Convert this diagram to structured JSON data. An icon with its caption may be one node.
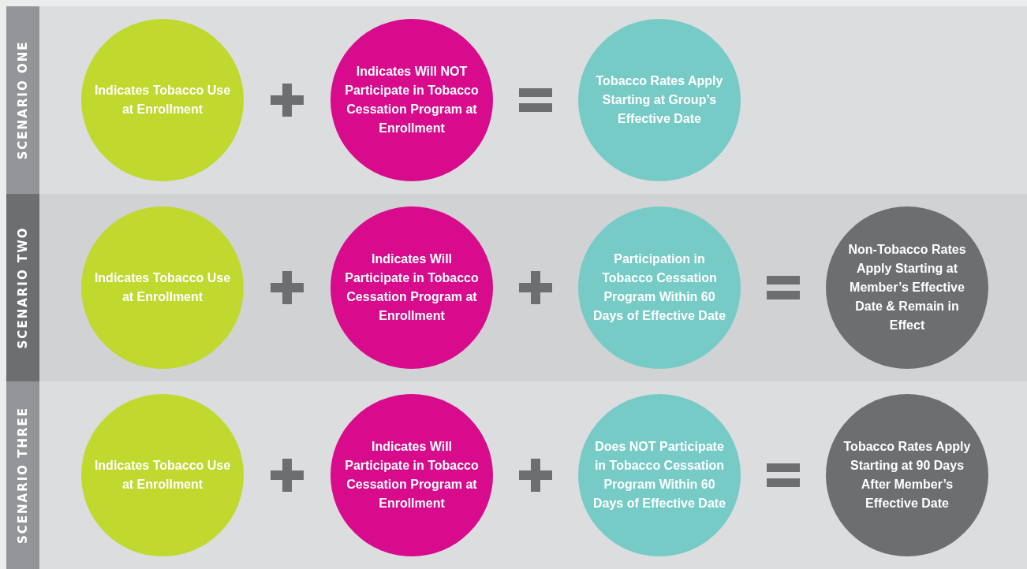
{
  "diagram": {
    "nodes": [
      {
        "text": [
          "SCENARIO ONE"
        ]
      },
      {
        "text": [
          "Indicates Tobacco Use at Enrollment"
        ],
        "in": 0
      },
      {
        "text": [
          "Indicates Will NOT Participate in Tobacco Cessation Program at Enrollment"
        ],
        "in": 0
      },
      {
        "text": [
          "Tobacco Rates Apply Starting at Group’s Effective Date"
        ],
        "in": 0
      },
      {
        "text": [
          "SCENARIO TWO"
        ]
      },
      {
        "text": [
          "Indicates Tobacco Use at Enrollment"
        ],
        "in": 4
      },
      {
        "text": [
          "Indicates Will Participate in Tobacco Cessation Program at Enrollment"
        ],
        "in": 4
      },
      {
        "text": [
          "Participation in Tobacco Cessation Program Within 60 Days of Effective Date"
        ],
        "in": 4
      },
      {
        "text": [
          "Non-Tobacco Rates Apply Starting at Member’s Effective Date & Remain in Effect"
        ],
        "in": 4
      },
      {
        "text": [
          "SCENARIO THREE"
        ]
      },
      {
        "text": [
          "Indicates Tobacco Use at Enrollment"
        ],
        "in": 9
      },
      {
        "text": [
          "Indicates Will Participate in Tobacco Cessation Program at Enrollment"
        ],
        "in": 9
      },
      {
        "text": [
          "Does NOT Participate in Tobacco Cessation Program Within 60 Days of Effective Date"
        ],
        "in": 9
      },
      {
        "text": [
          "Tobacco Rates Apply Starting at 90 Days After Member’s Effective Date"
        ],
        "in": 9
      }
    ]
  }
}
